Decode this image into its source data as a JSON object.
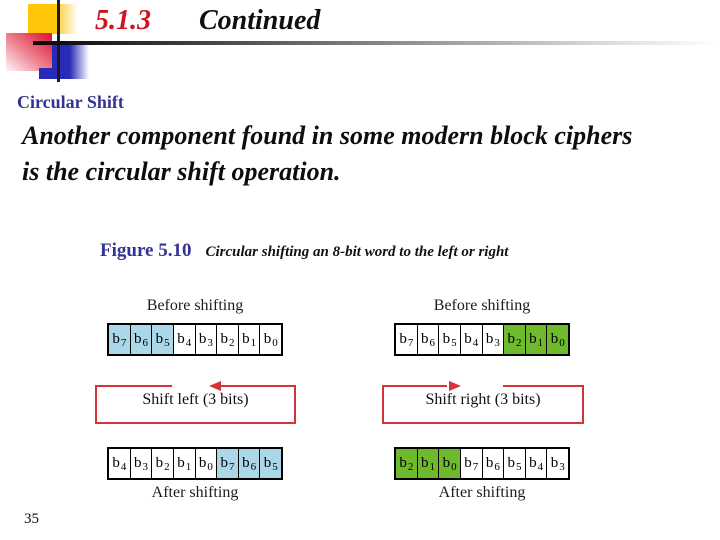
{
  "slide": {
    "title_number": "5.1.3",
    "title": "Continued",
    "heading": "Circular Shift",
    "body_lines": [
      "Another component found in some modern block ciphers",
      "is the circular shift operation."
    ],
    "figure_label": "Figure 5.10",
    "figure_caption": "Circular shifting an 8-bit word to the left or right",
    "page_number": "35"
  },
  "colors": {
    "title_red": "#cf1420",
    "heading_blue": "#333392",
    "arrow_red": "#d63338",
    "cell_blue": "#aad8e8",
    "cell_green": "#6eb92c",
    "cell_white": "#ffffff"
  },
  "diagrams": {
    "left": {
      "before_label": "Before shifting",
      "after_label": "After shifting",
      "shift_label": "Shift left (3 bits)",
      "direction": "left",
      "before_cells": [
        {
          "label": "b",
          "sub": "7",
          "bg": "#aad8e8"
        },
        {
          "label": "b",
          "sub": "6",
          "bg": "#aad8e8"
        },
        {
          "label": "b",
          "sub": "5",
          "bg": "#aad8e8"
        },
        {
          "label": "b",
          "sub": "4",
          "bg": "#ffffff"
        },
        {
          "label": "b",
          "sub": "3",
          "bg": "#ffffff"
        },
        {
          "label": "b",
          "sub": "2",
          "bg": "#ffffff"
        },
        {
          "label": "b",
          "sub": "1",
          "bg": "#ffffff"
        },
        {
          "label": "b",
          "sub": "0",
          "bg": "#ffffff"
        }
      ],
      "after_cells": [
        {
          "label": "b",
          "sub": "4",
          "bg": "#ffffff"
        },
        {
          "label": "b",
          "sub": "3",
          "bg": "#ffffff"
        },
        {
          "label": "b",
          "sub": "2",
          "bg": "#ffffff"
        },
        {
          "label": "b",
          "sub": "1",
          "bg": "#ffffff"
        },
        {
          "label": "b",
          "sub": "0",
          "bg": "#ffffff"
        },
        {
          "label": "b",
          "sub": "7",
          "bg": "#aad8e8"
        },
        {
          "label": "b",
          "sub": "6",
          "bg": "#aad8e8"
        },
        {
          "label": "b",
          "sub": "5",
          "bg": "#aad8e8"
        }
      ]
    },
    "right": {
      "before_label": "Before shifting",
      "after_label": "After shifting",
      "shift_label": "Shift right (3 bits)",
      "direction": "right",
      "before_cells": [
        {
          "label": "b",
          "sub": "7",
          "bg": "#ffffff"
        },
        {
          "label": "b",
          "sub": "6",
          "bg": "#ffffff"
        },
        {
          "label": "b",
          "sub": "5",
          "bg": "#ffffff"
        },
        {
          "label": "b",
          "sub": "4",
          "bg": "#ffffff"
        },
        {
          "label": "b",
          "sub": "3",
          "bg": "#ffffff"
        },
        {
          "label": "b",
          "sub": "2",
          "bg": "#6eb92c"
        },
        {
          "label": "b",
          "sub": "1",
          "bg": "#6eb92c"
        },
        {
          "label": "b",
          "sub": "0",
          "bg": "#6eb92c"
        }
      ],
      "after_cells": [
        {
          "label": "b",
          "sub": "2",
          "bg": "#6eb92c"
        },
        {
          "label": "b",
          "sub": "1",
          "bg": "#6eb92c"
        },
        {
          "label": "b",
          "sub": "0",
          "bg": "#6eb92c"
        },
        {
          "label": "b",
          "sub": "7",
          "bg": "#ffffff"
        },
        {
          "label": "b",
          "sub": "6",
          "bg": "#ffffff"
        },
        {
          "label": "b",
          "sub": "5",
          "bg": "#ffffff"
        },
        {
          "label": "b",
          "sub": "4",
          "bg": "#ffffff"
        },
        {
          "label": "b",
          "sub": "3",
          "bg": "#ffffff"
        }
      ]
    }
  }
}
